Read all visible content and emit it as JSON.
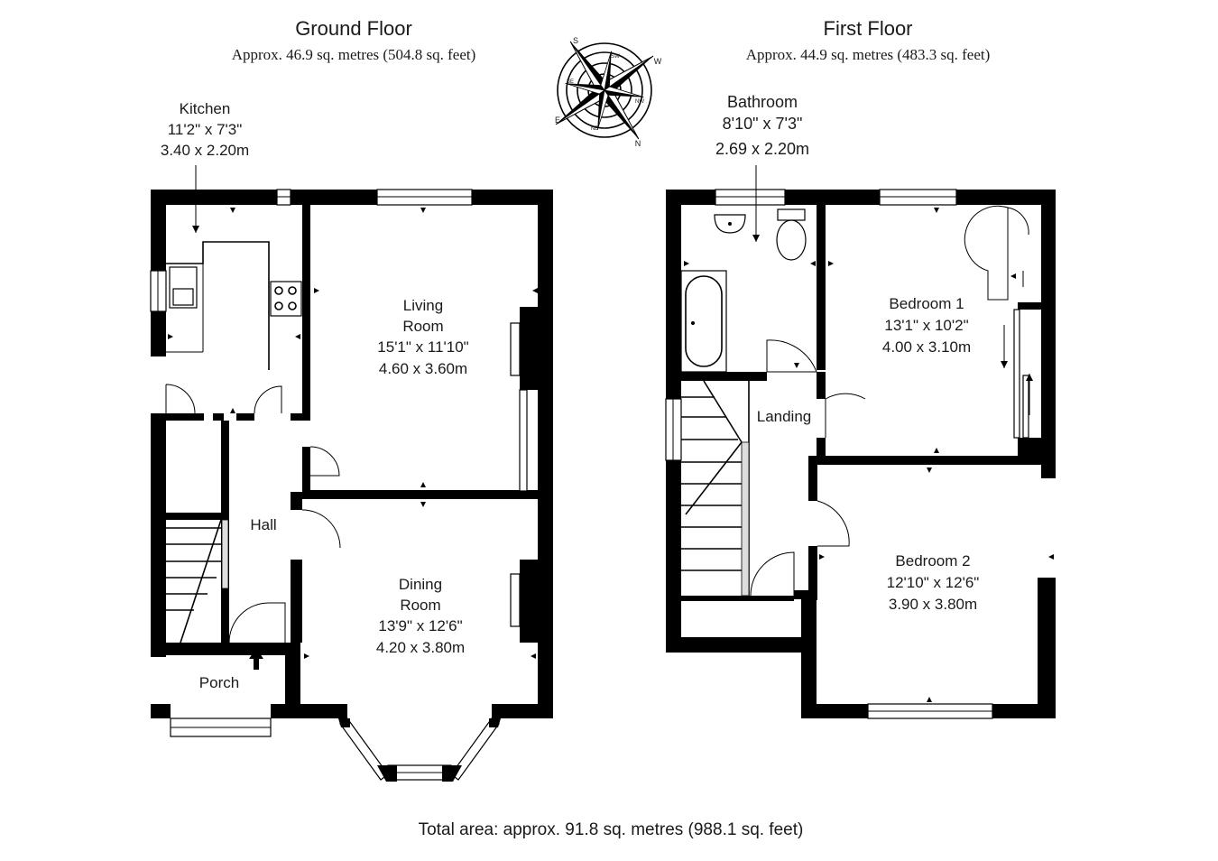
{
  "ground_floor": {
    "title": "Ground Floor",
    "area": "Approx. 46.9 sq. metres (504.8 sq. feet)",
    "rooms": {
      "kitchen": {
        "name": "Kitchen",
        "imperial": "11'2\" x 7'3\"",
        "metric": "3.40 x 2.20m"
      },
      "living_room": {
        "name_line1": "Living",
        "name_line2": "Room",
        "imperial": "15'1\" x 11'10\"",
        "metric": "4.60 x 3.60m"
      },
      "dining_room": {
        "name_line1": "Dining",
        "name_line2": "Room",
        "imperial": "13'9\" x 12'6\"",
        "metric": "4.20 x 3.80m"
      },
      "hall": {
        "name": "Hall"
      },
      "porch": {
        "name": "Porch"
      }
    }
  },
  "first_floor": {
    "title": "First Floor",
    "area": "Approx. 44.9 sq. metres (483.3 sq. feet)",
    "rooms": {
      "bathroom": {
        "name": "Bathroom",
        "imperial": "8'10\" x 7'3\"",
        "metric": "2.69 x 2.20m"
      },
      "bedroom1": {
        "name": "Bedroom 1",
        "imperial": "13'1\" x 10'2\"",
        "metric": "4.00 x 3.10m"
      },
      "bedroom2": {
        "name": "Bedroom 2",
        "imperial": "12'10\" x 12'6\"",
        "metric": "3.90 x 3.80m"
      },
      "landing": {
        "name": "Landing"
      }
    }
  },
  "compass": {
    "icon": "compass-rose-icon",
    "labels": [
      "S",
      "SW",
      "W",
      "NW",
      "N",
      "NE",
      "E",
      "SE"
    ]
  },
  "total_area": "Total area: approx. 91.8 sq. metres (988.1 sq. feet)"
}
